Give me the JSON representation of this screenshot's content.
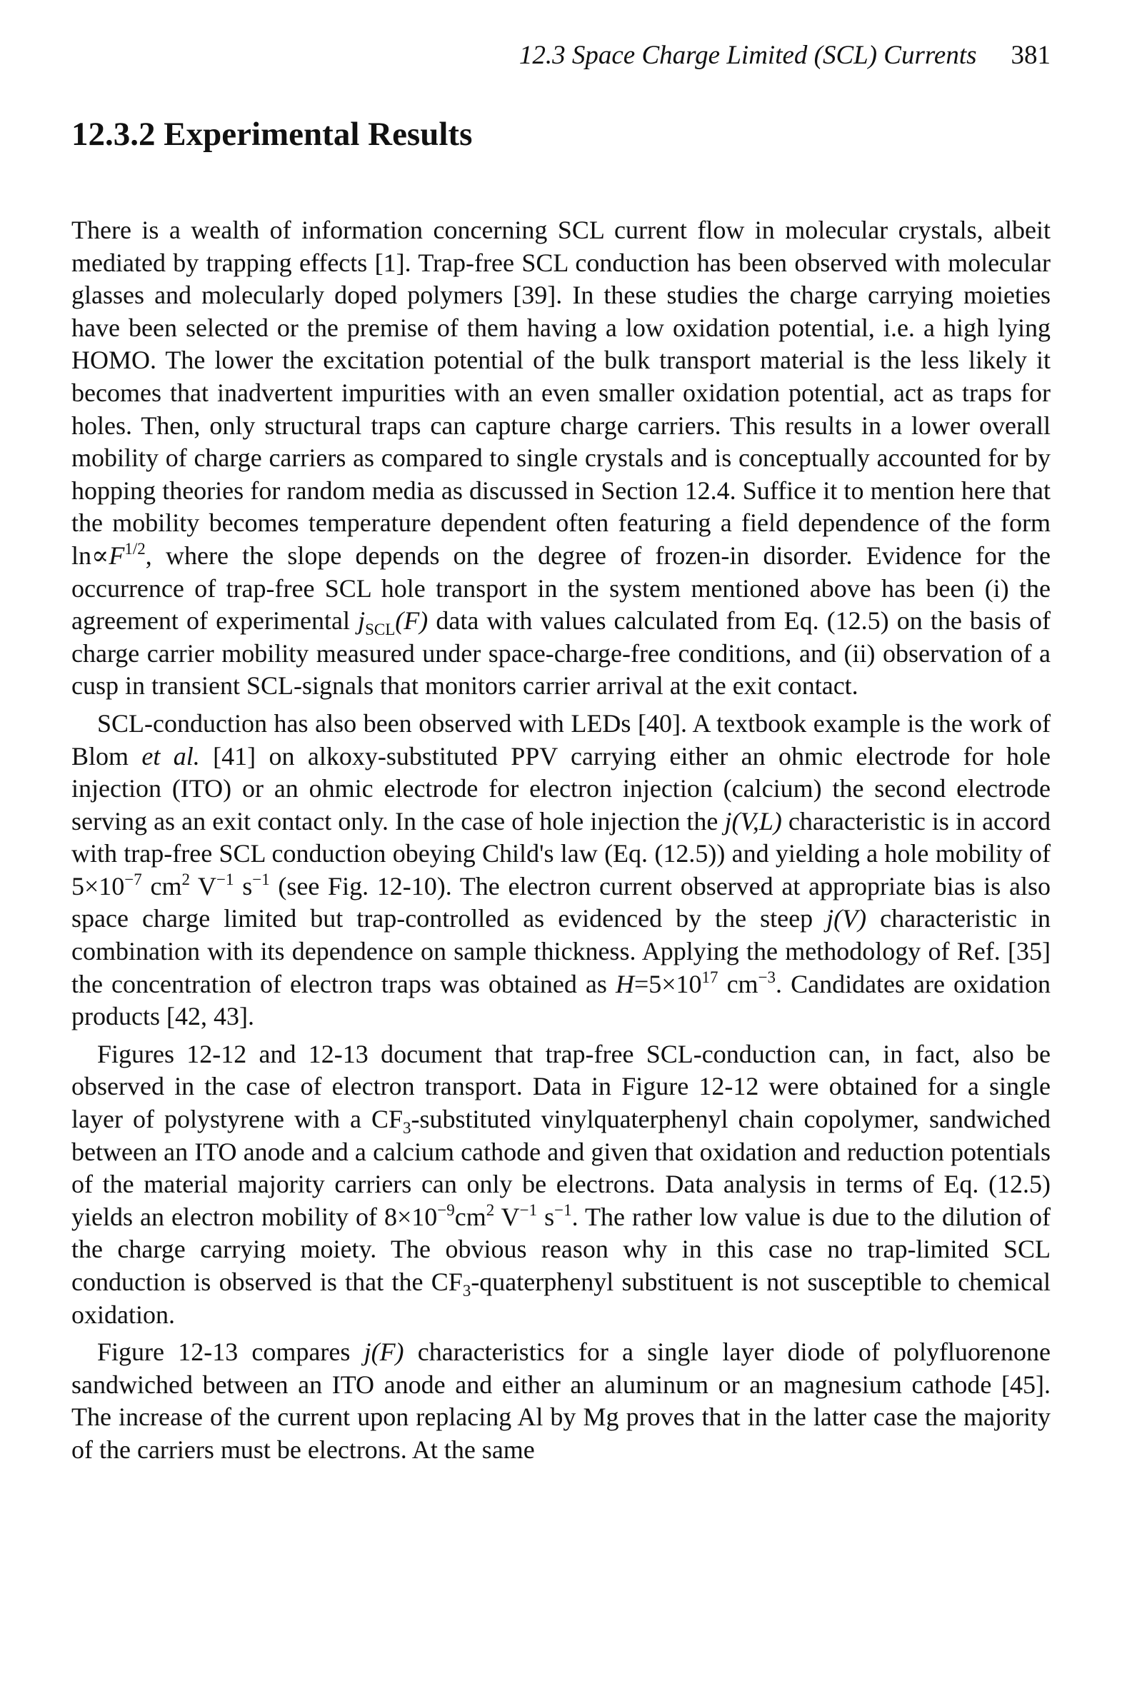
{
  "running_head": {
    "title": "12.3 Space Charge Limited (SCL) Currents",
    "page_number": "381"
  },
  "section": {
    "heading": "12.3.2 Experimental Results"
  },
  "paragraphs": {
    "p1": {
      "s1": "There is a wealth of information concerning SCL current flow in molecular crystals, albeit mediated by trapping effects [1]. Trap-free SCL conduction has been observed with molecular glasses and molecularly doped polymers [39]. In these studies the charge carrying moieties have been selected or the premise of them having a low oxidation potential, i.e. a high lying HOMO. The lower the excitation potential of the bulk transport material is the less likely it becomes that inadvertent impurities with an even smaller oxidation potential, act as traps for holes. Then, only structural traps can capture charge carriers. This results in a lower overall mobility of charge carriers as compared to single crystals and is conceptually accounted for by hopping theories for random media as discussed in Section 12.4. Suffice it to mention here that the mobility becomes temperature dependent often featuring a field dependence of the form ln",
      "prop": "∝",
      "F": "F",
      "F_exp": "1/2",
      "s2": ", where the slope depends on the degree of frozen-in disorder. Evidence for the occurrence of trap-free SCL hole transport in the system mentioned above has been (i) the agreement of experimental ",
      "j": "j",
      "j_sub": "SCL",
      "jF": "(F)",
      "s3": " data with values calculated from Eq. (12.5) on the basis of charge carrier mobility measured under space-charge-free conditions, and (ii) observation of a cusp in transient SCL-signals that monitors carrier arrival at the exit contact."
    },
    "p2": {
      "s1": "SCL-conduction has also been observed with LEDs [40]. A textbook example is the work of Blom ",
      "etal": "et al.",
      "s2": " [41] on alkoxy-substituted PPV carrying either an ohmic electrode for hole injection (ITO) or an ohmic electrode for electron injection (calcium) the second electrode serving as an exit contact only. In the case of hole injection the ",
      "jVL": "j(V,L)",
      "s3": " characteristic is in accord with trap-free SCL conduction obeying Child's law (Eq. (12.5)) and yielding a hole mobility of 5×10",
      "exp1": "−7",
      "cm": " cm",
      "exp2": "2",
      "V": " V",
      "exp3": "−1",
      "s": " s",
      "exp4": "−1",
      "s4": " (see Fig. 12-10). The electron current observed at appropriate bias is also space charge limited but trap-controlled as evidenced by the steep ",
      "jV": "j(V)",
      "s5": " characteristic in combination with its dependence on sample thickness. Applying the methodology of Ref. [35] the concentration of electron traps was obtained as ",
      "H": "H",
      "s6": "=5×10",
      "exp5": "17",
      "cm2": " cm",
      "exp6": "−3",
      "s7": ". Candidates are oxidation products [42, 43]."
    },
    "p3": {
      "s1": "Figures 12-12 and 12-13 document that trap-free SCL-conduction can, in fact, also be observed in the case of electron transport. Data in Figure 12-12 were obtained for a single layer of polystyrene with a CF",
      "sub1": "3",
      "s2": "-substituted vinylquaterphenyl chain copolymer, sandwiched between an ITO anode and a calcium cathode and given that oxidation and reduction potentials of the material majority carriers can only be electrons. Data analysis in terms of Eq. (12.5) yields an electron mobility of 8×10",
      "exp1": "−9",
      "cm": "cm",
      "exp2": "2",
      "V": " V",
      "exp3": "−1",
      "s": " s",
      "exp4": "−1",
      "s3": ". The rather low value is due to the dilution of the charge carrying moiety. The obvious reason why in this case no trap-limited SCL conduction is observed is that the CF",
      "sub2": "3",
      "s4": "-quaterphenyl substituent is not susceptible to chemical oxidation."
    },
    "p4": {
      "s1": "Figure 12-13 compares ",
      "jF": "j(F)",
      "s2": " characteristics for a single layer diode of polyfluorenone sandwiched between an ITO anode and either an aluminum or an magnesium cathode [45]. The increase of the current upon replacing Al by Mg proves that in the latter case the majority of the carriers must be electrons. At the same"
    }
  }
}
